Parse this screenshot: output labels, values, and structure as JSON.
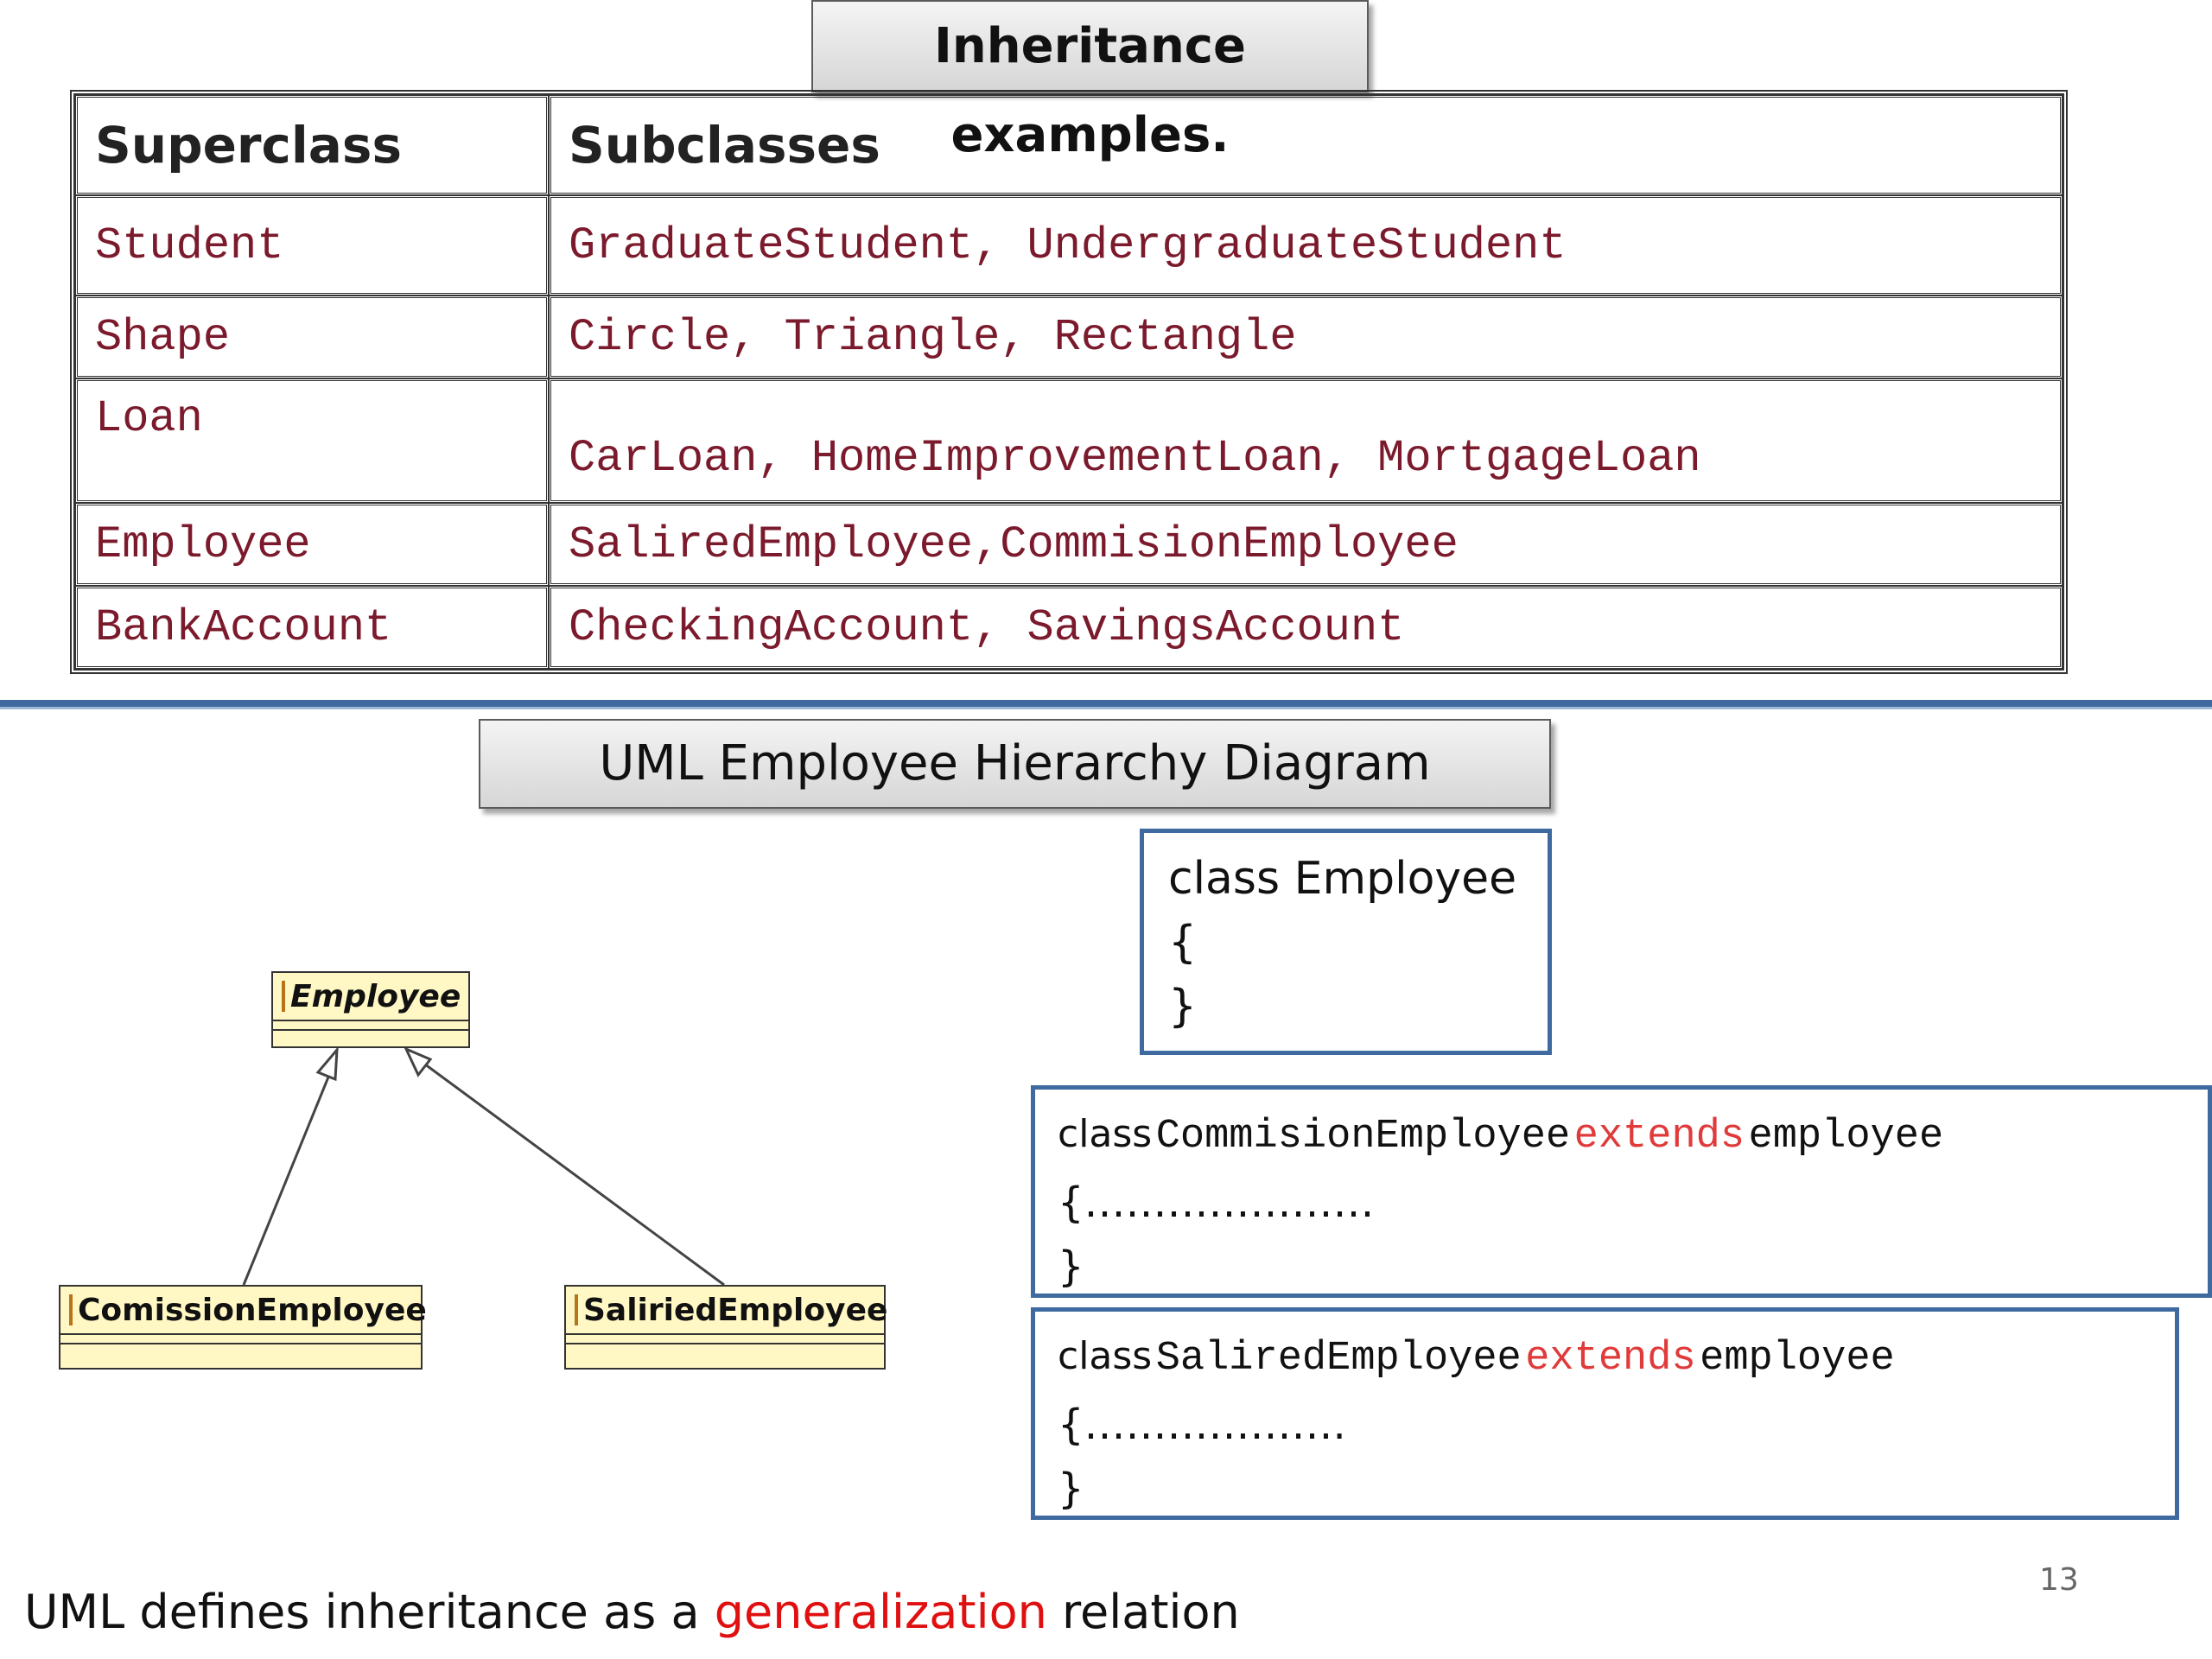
{
  "title": "Inheritance examples.",
  "table": {
    "headers": [
      "Superclass",
      "Subclasses"
    ],
    "rows": [
      {
        "superclass": "Student",
        "subclasses": "GraduateStudent, UndergraduateStudent"
      },
      {
        "superclass": "Shape",
        "subclasses": "Circle, Triangle, Rectangle"
      },
      {
        "superclass": "Loan",
        "subclasses": "CarLoan, HomeImprovementLoan, MortgageLoan"
      },
      {
        "superclass": "Employee",
        "subclasses": "SaliredEmployee,CommisionEmployee"
      },
      {
        "superclass": "BankAccount",
        "subclasses": "CheckingAccount, SavingsAccount"
      }
    ]
  },
  "diagram_title": "UML Employee Hierarchy Diagram",
  "uml": {
    "parent": "Employee",
    "children": [
      "ComissionEmployee",
      "SaliriedEmployee"
    ]
  },
  "code": {
    "employee": {
      "line1": "class Employee",
      "line2": "{",
      "line3": "}"
    },
    "commision": {
      "kw": "class",
      "name": "CommisionEmployee",
      "extends": "extends",
      "parent": "employee",
      "open": "{…………………",
      "close": "}"
    },
    "salired": {
      "kw": "class",
      "name": "SaliredEmployee",
      "extends": "extends",
      "parent": "employee",
      "open": "{……………….",
      "close": "}"
    }
  },
  "footer": {
    "before": "UML defines inheritance as a ",
    "highlight": "generalization",
    "after": " relation"
  },
  "page_number": "13",
  "colors": {
    "accent_rule": "#3f6aa0",
    "code_text": "#7b1a2c",
    "highlight": "#e01010",
    "uml_fill": "#fff8c4"
  }
}
